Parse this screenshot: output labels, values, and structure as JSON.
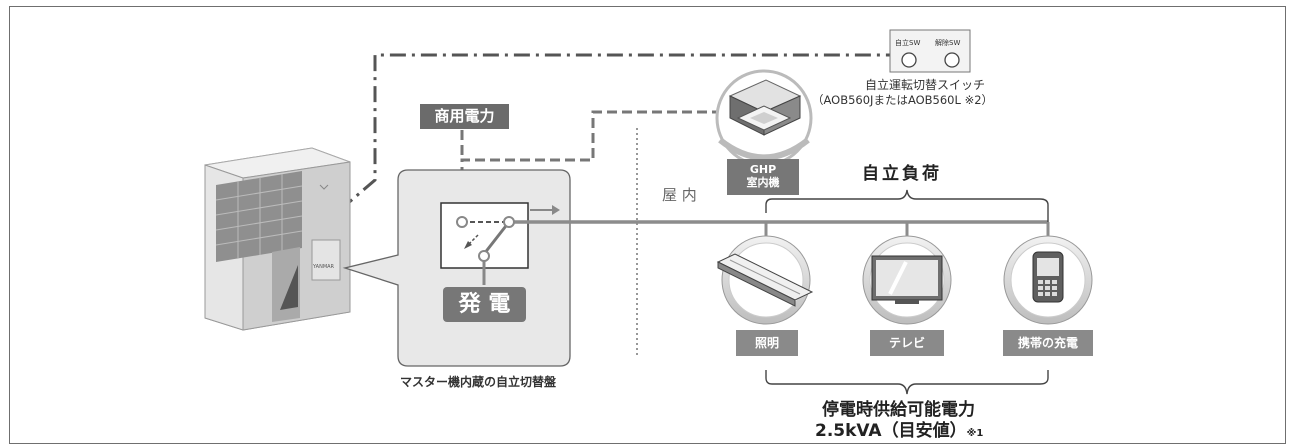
{
  "labels": {
    "commercial_power": "商用電力",
    "generation": "発 電",
    "switchboard": "マスター機内蔵の自立切替盤",
    "indoor": "屋 内",
    "ghp_line1": "GHP",
    "ghp_line2": "室内機",
    "switch_sw1": "自立SW",
    "switch_sw2": "解除SW",
    "switch_name": "自立運転切替スイッチ",
    "switch_models": "（AOB560JまたはAOB560L ※2）",
    "independent_load": "自立負荷",
    "outage_supply": "停電時供給可能電力",
    "capacity": "2.5kVA（目安値）",
    "capacity_note": "※1"
  },
  "loads": [
    {
      "label": "照明",
      "icon": "lighting-icon"
    },
    {
      "label": "テレビ",
      "icon": "tv-icon"
    },
    {
      "label": "携帯の充電",
      "icon": "mobile-phone-icon"
    }
  ],
  "unit_logo": "YANMAR",
  "colors": {
    "line": "#8c8c8c",
    "dark_line": "#555555",
    "tag": "#6b6b6b",
    "panel": "#e8e8e8"
  }
}
